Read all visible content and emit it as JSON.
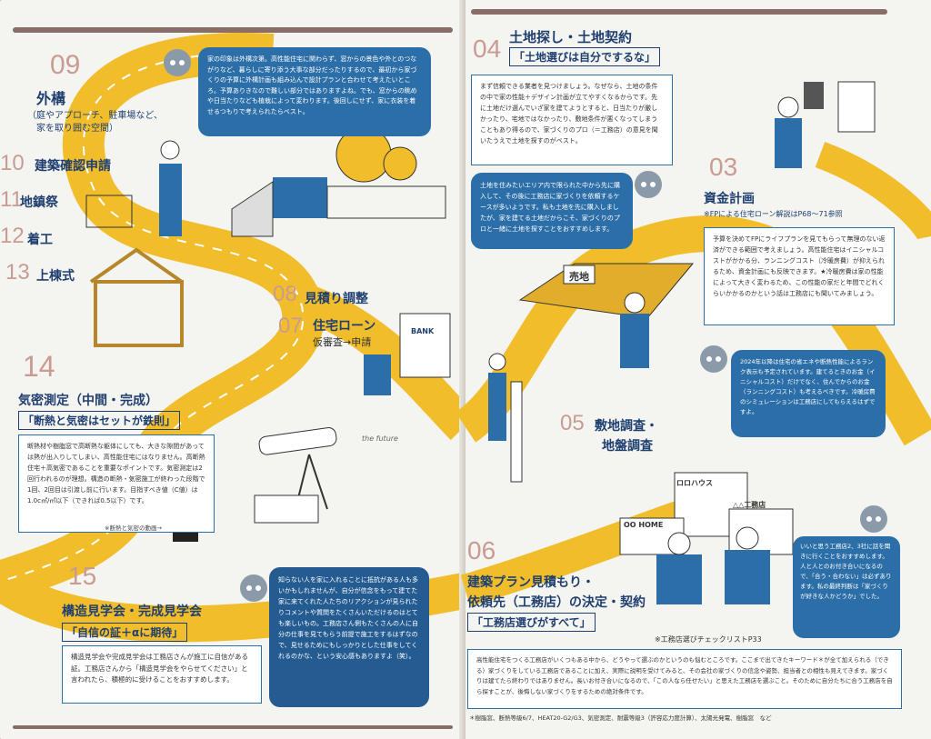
{
  "left_page": {
    "s09": {
      "num": "09",
      "title": "外構",
      "subtitle_1": "（庭やアプローチ、駐車場など、",
      "subtitle_2": "家を取り囲む空間）",
      "bubble": "家の印象は外構次第。高性能住宅に関わらず、窓からの景色や外とのつながりなど、暮らしに寄り添う大事な部分だったりするので、最初から家づくりの予算に外構計画も組み込んで設計プランと合わせて考えたいところ。予算ありきなので難しい部分ではありますよね。でも、窓からの眺めや日当たりなども植栽によって変わります。後回しにせず、家に衣装を着せるつもりで考えられたらベスト。"
    },
    "s10": {
      "num": "10",
      "title": "建築確認申請"
    },
    "s11": {
      "num": "11",
      "title": "地鎮祭"
    },
    "s12": {
      "num": "12",
      "title": "着工"
    },
    "s13": {
      "num": "13",
      "title": "上棟式"
    },
    "s08": {
      "num": "08",
      "title": "見積り調整"
    },
    "s07": {
      "num": "07",
      "title": "住宅ローン",
      "sub": "仮審査→申請"
    },
    "bank_sign": "BANK",
    "s14": {
      "num": "14",
      "title": "気密測定（中間・完成）",
      "quote": "「断熱と気密はセットが鉄則」",
      "text": "断熱材や樹脂窓で高断熱な躯体にしても、大きな隙間があっては熱が出入りしてしまい、高性能住宅にはなりません。高断熱住宅＋高気密であることを重要なポイントです。気密測定は2回行われるのが理想。構造の断熱・気密施工が終わった段階で1回、2回目は引渡し前に行います。目指すべき値（C値）は1.0c㎡/㎡以下（できれば0.5以下）です。",
      "link": "※断熱と気密の動画→"
    },
    "s15": {
      "num": "15",
      "title": "構造見学会・完成見学会",
      "quote": "「自信の証＋αに期待」",
      "text": "構造見学会や完成見学会は工務店さんが施工に自信がある証。工務店さんから「構造見学会をやらせてください」と言われたら、積極的に受けることをおすすめします。",
      "bubble": "知らない人を家に入れることに抵抗がある人も多いかもしれませんが、自分が信念をもって建てた家に来てくれた人たちのリアクションが見られたりコメントや質問をたくさんいただけるのはとても楽しいもの。工務店さん側もたくさんの人に自分の仕事を見てもらう前提で施工をするはずなので、見せるためにもしっかりとした仕事をしてくれるのかな、という安心感もありますよ（笑）。"
    },
    "the_future": "the future"
  },
  "right_page": {
    "s04": {
      "num": "04",
      "title": "土地探し・土地契約",
      "quote": "「土地選びは自分でするな」",
      "text": "まず信頼できる業者を見つけましょう。なぜなら、土地の条件の中で家の性能＋デザイン計画が立てやすくなるからです。先に土地だけ選んでいざ家を建てようとすると、日当たりが厳しかったり、宅地ではなかったり、敷地条件が悪くなってしまうこともあり得るので、家づくりのプロ（＝工務店）の意見を聞いたうえで土地を探すのがベスト。",
      "bubble": "土地を住みたいエリア内で限られた中から先に購入して、その後に工務店に家づくりを依頼するケースが多いようです。私も土地を先に購入しましたが、家を建てる土地だからこそ、家づくりのプロと一緒に土地を探すことをおすすめします。"
    },
    "s03": {
      "num": "03",
      "title": "資金計画",
      "sub": "※FPによる住宅ローン解説はP68〜71参照",
      "text": "予算を決めてFPにライフプランを見てもらって無理のない返済ができる範囲で考えましょう。高性能住宅はイニシャルコストがかかる分、ランニングコスト（冷暖房費）が抑えられるため、資金計画にも反映できます。★冷暖房費は家の性能によって大きく変わるため、この性能の家だと年間でどれくらいかかるのかという話は工務店にも聞いてみましょう。",
      "bubble": "2024年以降は住宅の省エネや断熱性能によるランク表示も予定されています。建てるときのお金（イニシャルコスト）だけでなく、住んでからのお金（ランニングコスト）も考えるべきです。冷暖房費のシミュレーションは工務店にしてもらえるはずですよ。"
    },
    "land_sign": "売地",
    "s05": {
      "num": "05",
      "title_1": "敷地調査・",
      "title_2": "地盤調査"
    },
    "house_sign_1": "ロロハウス",
    "house_sign_2": "△△工務店",
    "house_sign_3": "OO HOME",
    "s06": {
      "num": "06",
      "title_1": "建築プラン見積もり・",
      "title_2": "依頼先（工務店）の決定・契約",
      "quote": "「工務店選びがすべて」",
      "checklist": "※工務店選びチェックリストP33",
      "bubble": "いいと思う工務店2、3社に話を聞きに行くことをおすすめします。人と人とのお付き合いになるので、「合う・合わない」は必ずあります。私の最終判断は「家づくりが好きな人かどうか」でした。",
      "text": "高性能住宅をつくる工務店がいくつもある中から、どうやって選ぶのかというのも悩むところです。ここまで出てきたキーワード＊が全て加えられる（できる）家づくりをしている工務店であることに加え、実際に説明を受けてみると、その会社の家づくりの信念や姿勢、担当者との相性も見えてきます。家づくりは建てたら終わりではありません。長いお付き合いになるので、「この人なら任せたい」と思えた工務店を選ぶこと。そのために自分たちに合う工務店を自ら探すことが、後悔しない家づくりをするための絶対条件です。",
      "keywords": "＊樹脂窓、断熱等級6/7、HEAT20-G2/G3、気密測定、耐震等級3（許容応力度計算）、太陽光発電、樹脂窓　など"
    }
  },
  "colors": {
    "road": "#f2bd2a",
    "navy": "#1f3f70",
    "blue": "#2c6fa8",
    "number": "#c99b93"
  }
}
